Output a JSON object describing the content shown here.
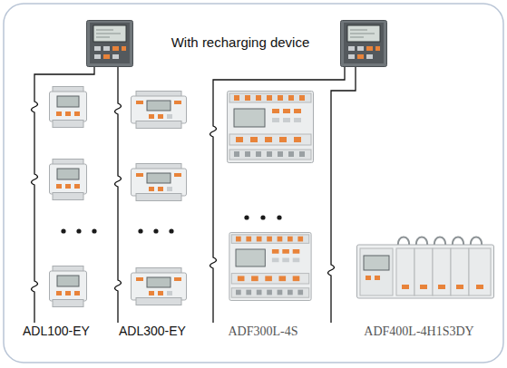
{
  "diagram": {
    "labels": [
      "With recharging device",
      "ADL100-EY",
      "ADL300-EY",
      "ADF300L-4S",
      "ADF400L-4H1S3DY"
    ]
  }
}
